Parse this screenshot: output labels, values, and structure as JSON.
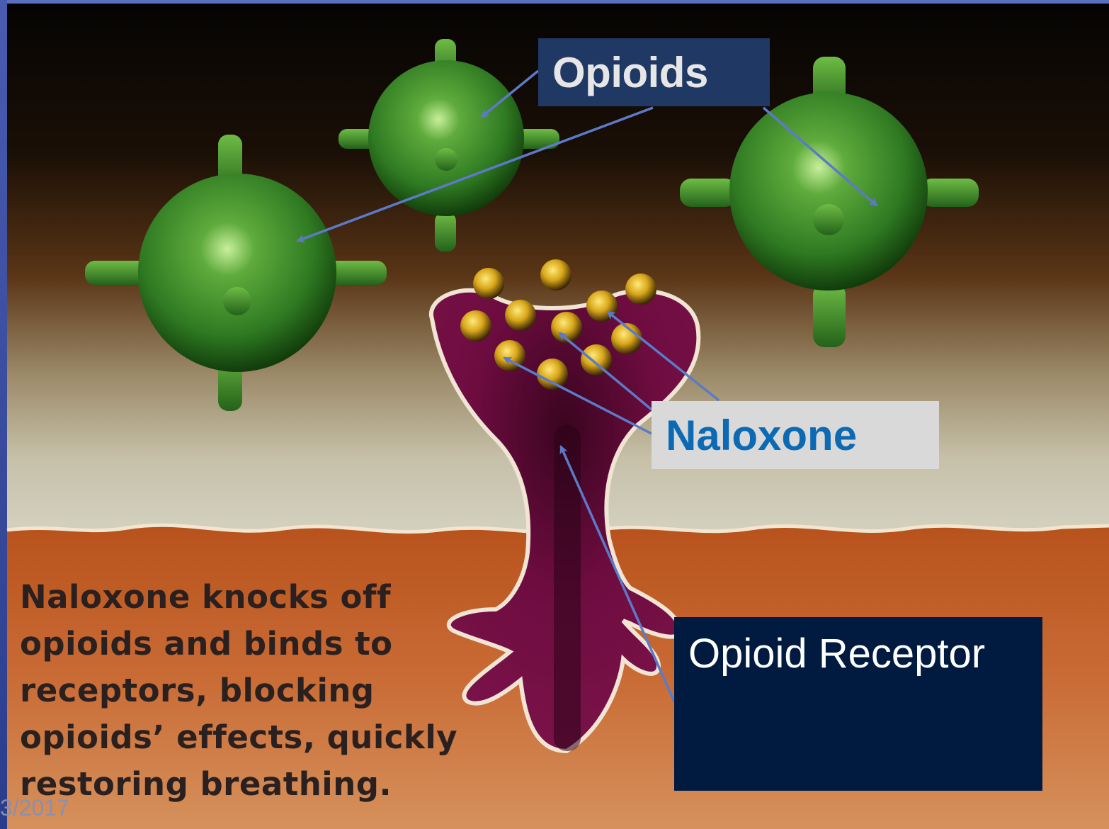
{
  "labels": {
    "opioids": "Opioids",
    "naloxone": "Naloxone",
    "opioid_receptor": "Opioid Receptor"
  },
  "caption": {
    "lines": [
      "Naloxone knocks off",
      "opioids and binds to",
      "receptors, blocking",
      "opioids’ effects, quickly",
      "restoring breathing."
    ]
  },
  "footer": {
    "date_fragment": "3/2017"
  },
  "colors": {
    "frame": "#3b4fa3",
    "opioids_box": "#1f3864",
    "naloxone_box": "#d9d9d9",
    "naloxone_text": "#0b6ab3",
    "receptor_box": "#001a40",
    "arrow": "#5c7ac8",
    "molecule_green": "#3d8a2a",
    "naloxone_yellow": "#e0b020",
    "receptor_maroon": "#6a0a3a"
  }
}
